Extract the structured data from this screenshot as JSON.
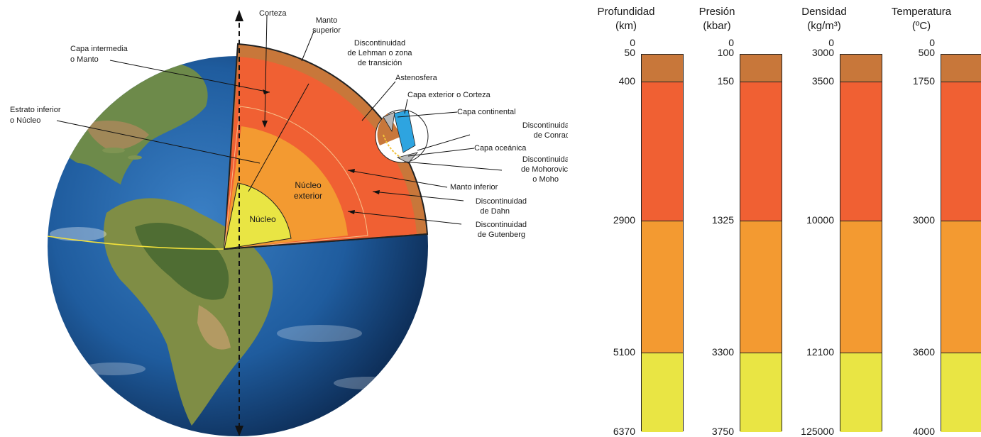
{
  "globe": {
    "labels": {
      "corteza": "Corteza",
      "manto_superior": [
        "Manto",
        "superior"
      ],
      "lehman": [
        "Discontinuidad",
        "de Lehman o zona",
        "de transición"
      ],
      "capa_intermedia": [
        "Capa intermedia",
        "o Manto"
      ],
      "astenosfera": "Astenosfera",
      "capa_exterior": "Capa exterior o Corteza",
      "capa_continental": "Capa continental",
      "conrad": [
        "Discontinuidad",
        "de Conrad"
      ],
      "capa_oceanica": "Capa oceánica",
      "mohorovicic": [
        "Discontinuidad",
        "de Mohorovicic",
        "o Moho"
      ],
      "estrato_inferior": [
        "Estrato inferior",
        "o Núcleo"
      ],
      "manto_inferior": "Manto inferior",
      "dahn": [
        "Discontinuidad",
        "de Dahn"
      ],
      "gutenberg": [
        "Discontinuidad",
        "de Gutenberg"
      ],
      "nucleo_exterior": [
        "Núcleo",
        "exterior"
      ],
      "nucleo": "Núcleo"
    }
  },
  "layer_colors": {
    "corteza": "#c8773a",
    "manto": "#f06033",
    "nucleo_exterior": "#f39a31",
    "nucleo_interior": "#e9e544"
  },
  "columns": [
    {
      "title": "Profundidad",
      "unit": "(km)",
      "ticks": [
        "0",
        "50",
        "400",
        "2900",
        "5100",
        "6370"
      ]
    },
    {
      "title": "Presión",
      "unit": "(kbar)",
      "ticks": [
        "0",
        "100",
        "150",
        "1325",
        "3300",
        "3750"
      ]
    },
    {
      "title": "Densidad",
      "unit": "(kg/m³)",
      "ticks": [
        "0",
        "3000",
        "3500",
        "10000",
        "12100",
        "125000"
      ]
    },
    {
      "title": "Temperatura",
      "unit": "(ºC)",
      "ticks": [
        "0",
        "500",
        "1750",
        "3000",
        "3600",
        "4000"
      ]
    }
  ]
}
